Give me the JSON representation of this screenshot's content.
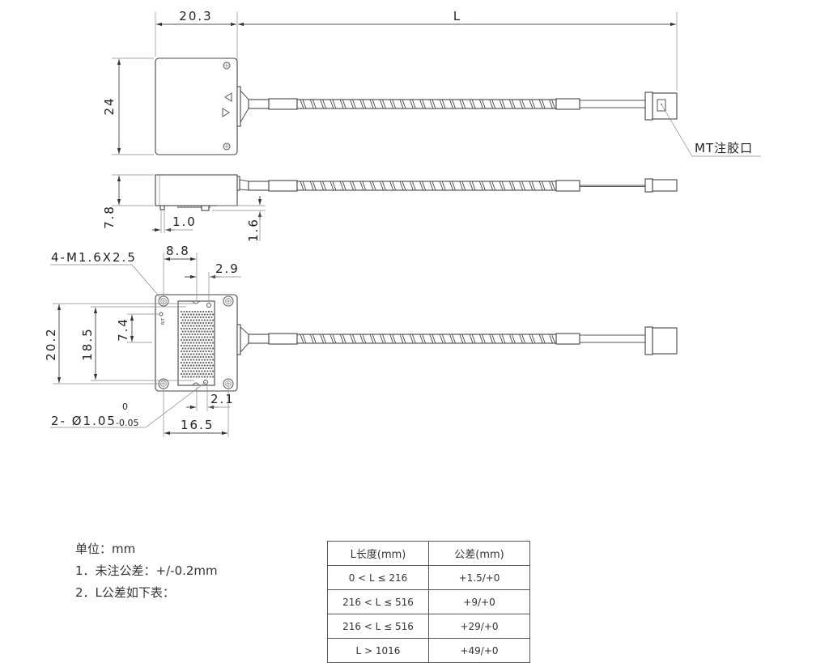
{
  "dimensions": {
    "width_top": "20.3",
    "length": "L",
    "height_top": "24",
    "thickness": "7.8",
    "pin_width": "1.0",
    "pin_height": "1.6",
    "thread_note": "4-M1.6X2.5",
    "window_offset": "8.8",
    "pin_offset_top": "2.9",
    "body_height": "20.2",
    "hole_spacing": "18.5",
    "rt_offset": "7.4",
    "pin_offset_bottom": "2.1",
    "hole_span": "16.5",
    "hole_note": "2- Ø1.05",
    "hole_tol_upper": "0",
    "hole_tol_lower": "-0.05",
    "rt_label": "R/T"
  },
  "callout": "MT注胶口",
  "notes": [
    "单位：mm",
    "1．未注公差：+/-0.2mm",
    "2．L公差如下表："
  ],
  "table": {
    "headers": [
      "L长度(mm)",
      "公差(mm)"
    ],
    "rows": [
      [
        "0 < L ≤ 216",
        "+1.5/+0"
      ],
      [
        "216 < L ≤ 516",
        "+9/+0"
      ],
      [
        "216 < L ≤ 516",
        "+29/+0"
      ],
      [
        "L > 1016",
        "+49/+0"
      ]
    ]
  }
}
